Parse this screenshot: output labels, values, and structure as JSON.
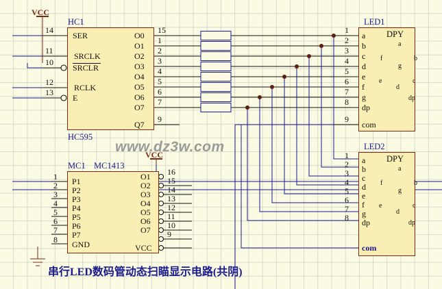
{
  "meta": {
    "title": "串行LED数码管动态扫瞄显示电路(共阴)",
    "watermark": "www.dz3w.com",
    "colors": {
      "background": "#fbfbe4",
      "grid": "#d8d8cb",
      "wire": "#1a1a8c",
      "pin_wire": "#10100c",
      "chip_fill": "#f9efb4",
      "chip_border": "#7a2a14",
      "junction_dot": "#5e1f10",
      "label_blue": "#1a1a8c",
      "resistor_outline": "#1a1a8c"
    }
  },
  "power": {
    "vcc_top_label": "VCC",
    "vcc_mid_label": "VCC",
    "gnd_symbol": "gnd"
  },
  "chips": [
    {
      "ref": "HC1",
      "part": "HC595",
      "left_pins": [
        {
          "num": "14",
          "name": "SER",
          "marker": "none"
        },
        {
          "num": "11",
          "name": "SRCLK",
          "marker": "clock"
        },
        {
          "num": "10",
          "name": "SRCLR",
          "marker": "bubble",
          "overline": true
        },
        {
          "num": "12",
          "name": "RCLK",
          "marker": "clock"
        },
        {
          "num": "13",
          "name": "E",
          "marker": "bubble"
        }
      ],
      "right_pins": [
        {
          "num": "15",
          "name": "O0"
        },
        {
          "num": "1",
          "name": "O1"
        },
        {
          "num": "2",
          "name": "O2"
        },
        {
          "num": "3",
          "name": "O3"
        },
        {
          "num": "4",
          "name": "O4"
        },
        {
          "num": "5",
          "name": "O5"
        },
        {
          "num": "6",
          "name": "O6"
        },
        {
          "num": "7",
          "name": "O7"
        },
        {
          "num": "9",
          "name": "Q7"
        }
      ]
    },
    {
      "ref": "MC1",
      "part": "MC1413",
      "left_pins": [
        {
          "num": "1",
          "name": "P1"
        },
        {
          "num": "2",
          "name": "P2"
        },
        {
          "num": "3",
          "name": "P3"
        },
        {
          "num": "4",
          "name": "P4"
        },
        {
          "num": "5",
          "name": "P5"
        },
        {
          "num": "6",
          "name": "P6"
        },
        {
          "num": "7",
          "name": "P7"
        },
        {
          "num": "8",
          "name": "GND"
        }
      ],
      "right_pins": [
        {
          "num": "16",
          "name": "O1"
        },
        {
          "num": "15",
          "name": "O2"
        },
        {
          "num": "14",
          "name": "O3"
        },
        {
          "num": "13",
          "name": "O4"
        },
        {
          "num": "12",
          "name": "O5"
        },
        {
          "num": "11",
          "name": "O6"
        },
        {
          "num": "10",
          "name": "O7"
        },
        {
          "num": "9",
          "name": "VCC"
        }
      ]
    }
  ],
  "displays": [
    {
      "ref": "LED1",
      "part": "DPY",
      "pins": [
        {
          "num": "1",
          "name": "a"
        },
        {
          "num": "2",
          "name": "b"
        },
        {
          "num": "3",
          "name": "c"
        },
        {
          "num": "4",
          "name": "d"
        },
        {
          "num": "5",
          "name": "e"
        },
        {
          "num": "6",
          "name": "f"
        },
        {
          "num": "7",
          "name": "g"
        },
        {
          "num": "8",
          "name": "dp"
        },
        {
          "num": "9",
          "name": "com"
        }
      ],
      "segment_labels": [
        "a",
        "b",
        "c",
        "d",
        "e",
        "f",
        "g",
        "dp"
      ]
    },
    {
      "ref": "LED2",
      "part": "DPY",
      "pins": [
        {
          "num": "1",
          "name": "a"
        },
        {
          "num": "2",
          "name": "b"
        },
        {
          "num": "3",
          "name": "c"
        },
        {
          "num": "4",
          "name": "d"
        },
        {
          "num": "5",
          "name": "e"
        },
        {
          "num": "6",
          "name": "f"
        },
        {
          "num": "7",
          "name": "g"
        },
        {
          "num": "8",
          "name": "dp"
        },
        {
          "num": "",
          "name": "com"
        }
      ],
      "segment_labels": [
        "a",
        "b",
        "c",
        "d",
        "e",
        "f",
        "g",
        "dp"
      ]
    }
  ],
  "resistor_array": {
    "count": 8,
    "orientation": "horizontal"
  }
}
